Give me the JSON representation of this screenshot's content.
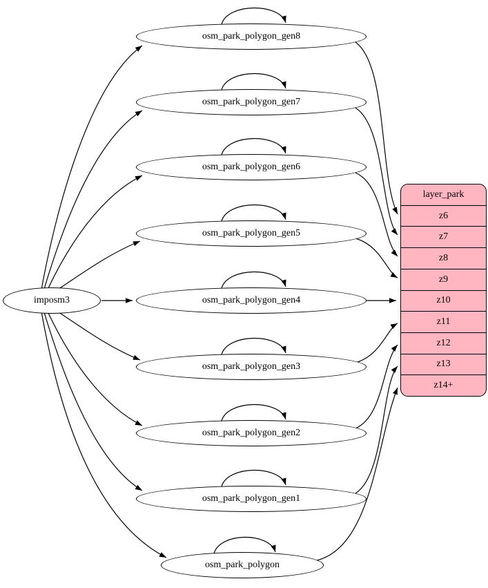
{
  "diagram": {
    "source_node": {
      "label": "imposm3"
    },
    "table_nodes": [
      {
        "id": "osm_park_polygon_gen8",
        "label": "osm_park_polygon_gen8"
      },
      {
        "id": "osm_park_polygon_gen7",
        "label": "osm_park_polygon_gen7"
      },
      {
        "id": "osm_park_polygon_gen6",
        "label": "osm_park_polygon_gen6"
      },
      {
        "id": "osm_park_polygon_gen5",
        "label": "osm_park_polygon_gen5"
      },
      {
        "id": "osm_park_polygon_gen4",
        "label": "osm_park_polygon_gen4"
      },
      {
        "id": "osm_park_polygon_gen3",
        "label": "osm_park_polygon_gen3"
      },
      {
        "id": "osm_park_polygon_gen2",
        "label": "osm_park_polygon_gen2"
      },
      {
        "id": "osm_park_polygon_gen1",
        "label": "osm_park_polygon_gen1"
      },
      {
        "id": "osm_park_polygon",
        "label": "osm_park_polygon"
      }
    ],
    "layer_node": {
      "title": "layer_park",
      "rows": [
        {
          "label": "z6"
        },
        {
          "label": "z7"
        },
        {
          "label": "z8"
        },
        {
          "label": "z9"
        },
        {
          "label": "z10"
        },
        {
          "label": "z11"
        },
        {
          "label": "z12"
        },
        {
          "label": "z13"
        },
        {
          "label": "z14+"
        }
      ]
    },
    "colors": {
      "layer_fill": "#ffb6c1",
      "node_fill": "#ffffff",
      "stroke": "#000000"
    },
    "edges": [
      {
        "from": "imposm3",
        "to": "osm_park_polygon_gen8"
      },
      {
        "from": "imposm3",
        "to": "osm_park_polygon_gen7"
      },
      {
        "from": "imposm3",
        "to": "osm_park_polygon_gen6"
      },
      {
        "from": "imposm3",
        "to": "osm_park_polygon_gen5"
      },
      {
        "from": "imposm3",
        "to": "osm_park_polygon_gen4"
      },
      {
        "from": "imposm3",
        "to": "osm_park_polygon_gen3"
      },
      {
        "from": "imposm3",
        "to": "osm_park_polygon_gen2"
      },
      {
        "from": "imposm3",
        "to": "osm_park_polygon_gen1"
      },
      {
        "from": "imposm3",
        "to": "osm_park_polygon"
      },
      {
        "from": "osm_park_polygon_gen8",
        "to": "osm_park_polygon_gen8"
      },
      {
        "from": "osm_park_polygon_gen7",
        "to": "osm_park_polygon_gen7"
      },
      {
        "from": "osm_park_polygon_gen6",
        "to": "osm_park_polygon_gen6"
      },
      {
        "from": "osm_park_polygon_gen5",
        "to": "osm_park_polygon_gen5"
      },
      {
        "from": "osm_park_polygon_gen4",
        "to": "osm_park_polygon_gen4"
      },
      {
        "from": "osm_park_polygon_gen3",
        "to": "osm_park_polygon_gen3"
      },
      {
        "from": "osm_park_polygon_gen2",
        "to": "osm_park_polygon_gen2"
      },
      {
        "from": "osm_park_polygon_gen1",
        "to": "osm_park_polygon_gen1"
      },
      {
        "from": "osm_park_polygon",
        "to": "osm_park_polygon"
      },
      {
        "from": "osm_park_polygon_gen8",
        "to": "layer_park.z6"
      },
      {
        "from": "osm_park_polygon_gen7",
        "to": "layer_park.z7"
      },
      {
        "from": "osm_park_polygon_gen6",
        "to": "layer_park.z8"
      },
      {
        "from": "osm_park_polygon_gen5",
        "to": "layer_park.z9"
      },
      {
        "from": "osm_park_polygon_gen4",
        "to": "layer_park.z10"
      },
      {
        "from": "osm_park_polygon_gen3",
        "to": "layer_park.z11"
      },
      {
        "from": "osm_park_polygon_gen2",
        "to": "layer_park.z12"
      },
      {
        "from": "osm_park_polygon_gen1",
        "to": "layer_park.z13"
      },
      {
        "from": "osm_park_polygon",
        "to": "layer_park.z14+"
      }
    ]
  }
}
